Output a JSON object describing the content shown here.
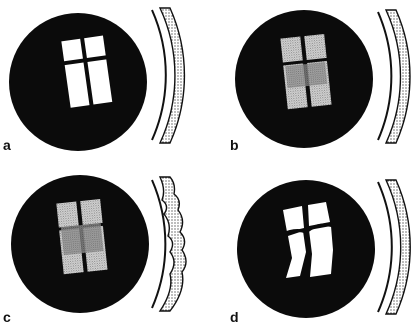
{
  "panels": [
    {
      "label": "a",
      "state": "clear"
    },
    {
      "label": "b",
      "state": "stippled"
    },
    {
      "label": "c",
      "state": "stippled, irregular outer arc"
    },
    {
      "label": "d",
      "state": "cracked, distorted"
    }
  ],
  "colors": {
    "disc": "#0b0b0b",
    "window": "#ffffff",
    "stipple": "#7a7a7a",
    "ink": "#111111",
    "background": "#ffffff"
  }
}
